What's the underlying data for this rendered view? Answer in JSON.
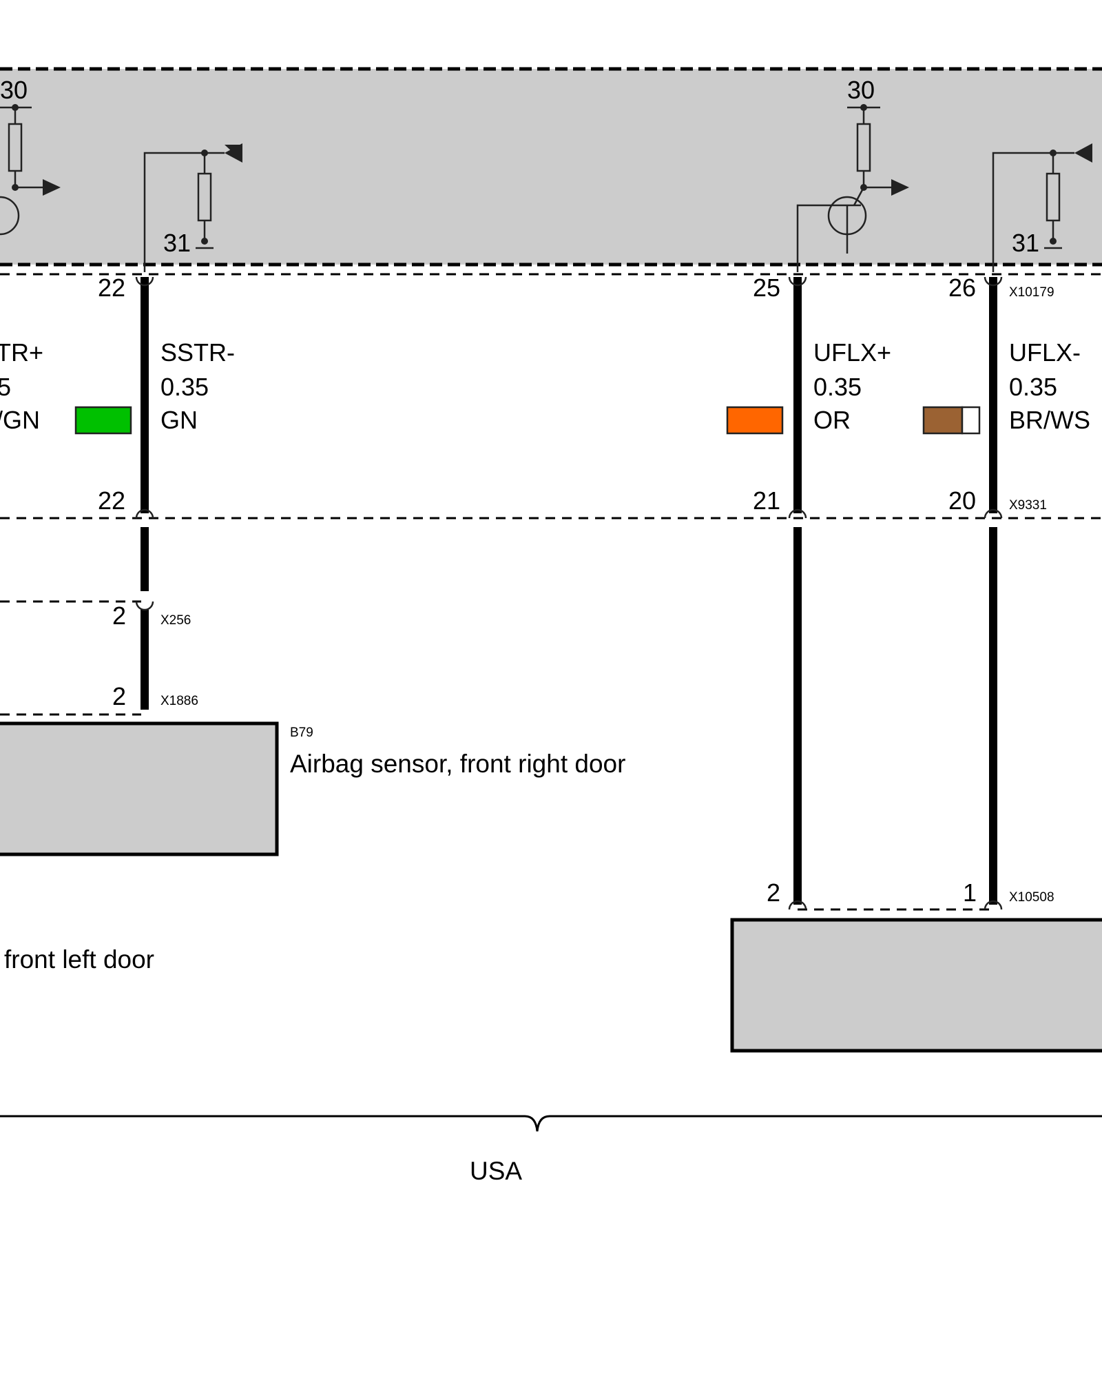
{
  "module": {
    "supply_left": "30",
    "ground_left": "31",
    "supply_right": "30",
    "ground_right": "31"
  },
  "connectors": {
    "top": "X10179",
    "middle": "X9331",
    "x256": "X256",
    "x1886": "X1886",
    "bottom": "X10508"
  },
  "wires": {
    "sstr_plus": {
      "name": "TR+",
      "gauge": "5",
      "color_code": "/GN"
    },
    "sstr_minus": {
      "name": "SSTR-",
      "gauge": "0.35",
      "color_code": "GN",
      "swatch": "#00c000",
      "pin_top": "22",
      "pin_mid": "22",
      "pin_x256": "2",
      "pin_x1886": "2"
    },
    "uflx_plus": {
      "name": "UFLX+",
      "gauge": "0.35",
      "color_code": "OR",
      "swatch": "#ff6600",
      "pin_top": "25",
      "pin_mid": "21",
      "pin_bottom": "2"
    },
    "uflx_minus": {
      "name": "UFLX-",
      "gauge": "0.35",
      "color_code": "BR/WS",
      "swatch_a": "#9b6233",
      "swatch_b": "#ffffff",
      "pin_top": "26",
      "pin_mid": "20",
      "pin_bottom": "1"
    }
  },
  "components": {
    "b79_code": "B79",
    "b79_desc": "Airbag sensor, front right door",
    "left_desc": "front left door"
  },
  "region_label": "USA",
  "colors": {
    "module_fill": "#cccccc",
    "component_fill": "#cccccc"
  }
}
